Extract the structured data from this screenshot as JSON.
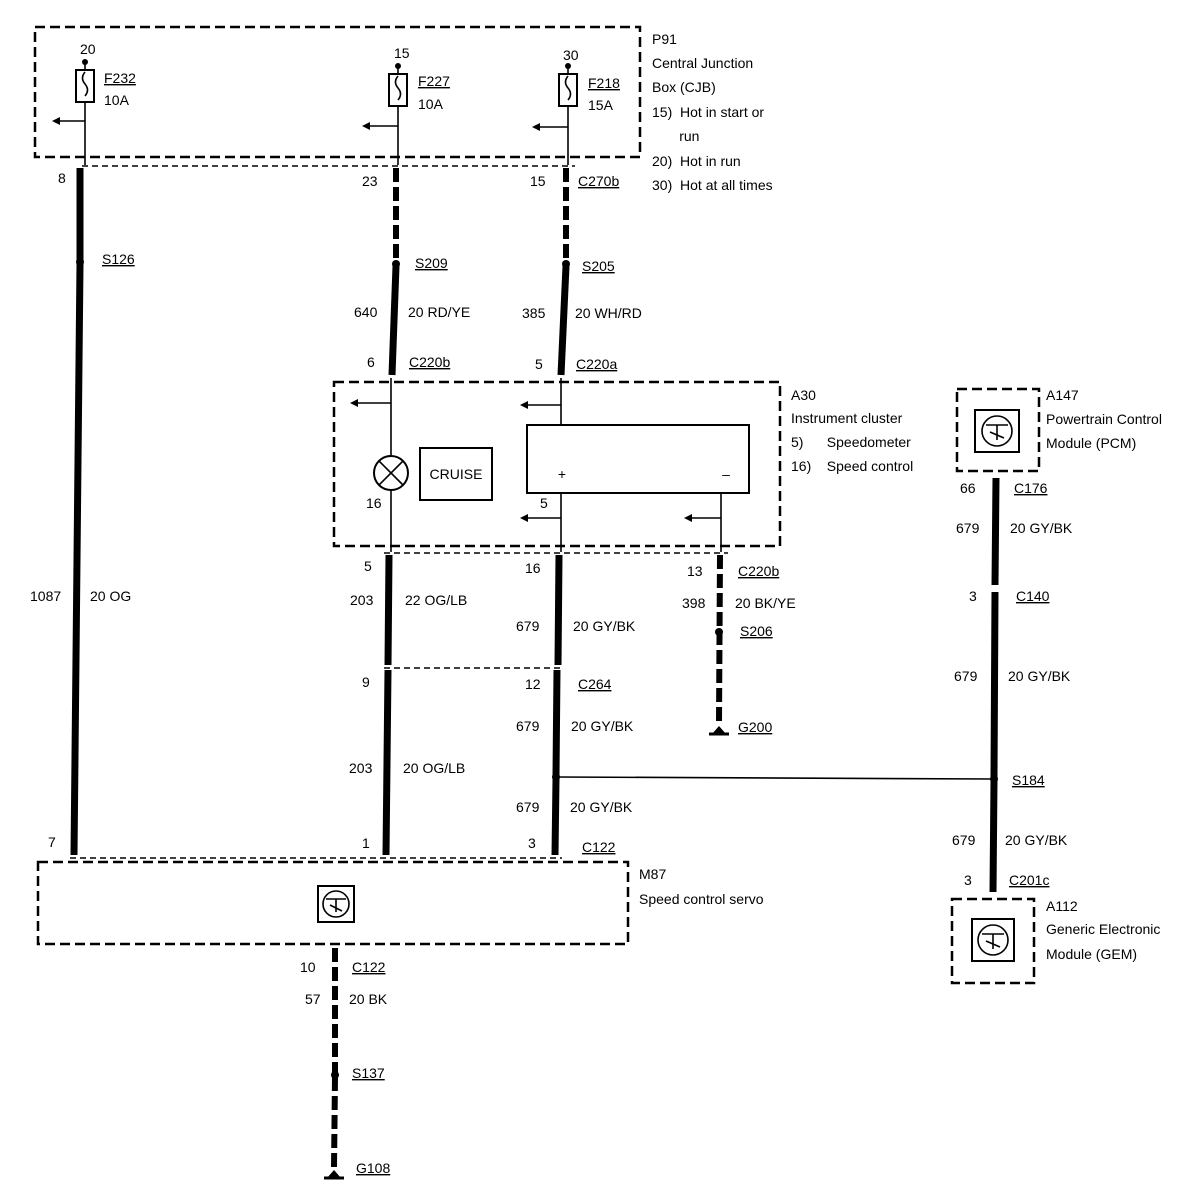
{
  "modules": {
    "cjb": {
      "id": "P91",
      "lines": [
        "Central Junction",
        "Box (CJB)"
      ],
      "notes": [
        "15)  Hot in start or",
        "       run",
        "20)  Hot in run",
        "30)  Hot at all times"
      ]
    },
    "cluster": {
      "id": "A30",
      "lines": [
        "Instrument cluster"
      ],
      "notes": [
        "5)      Speedometer",
        "16)    Speed control"
      ]
    },
    "pcm": {
      "id": "A147",
      "lines": [
        "Powertrain Control",
        "Module (PCM)"
      ]
    },
    "servo": {
      "id": "M87",
      "lines": [
        "Speed control servo"
      ]
    },
    "gem": {
      "id": "A112",
      "lines": [
        "Generic Electronic",
        "Module (GEM)"
      ]
    }
  },
  "fuses": [
    {
      "pin": "20",
      "name": "F232",
      "rating": "10A"
    },
    {
      "pin": "15",
      "name": "F227",
      "rating": "10A"
    },
    {
      "pin": "30",
      "name": "F218",
      "rating": "15A"
    }
  ],
  "cruise_label": "CRUISE",
  "speedo_plus": "+",
  "speedo_minus": "–",
  "pins": {
    "p8": "8",
    "p23": "23",
    "p15": "15",
    "p6": "6",
    "p5a": "5",
    "p16a": "16",
    "p5b": "5",
    "p5c": "5",
    "p16b": "16",
    "p13": "13",
    "p9": "9",
    "p12": "12",
    "p7": "7",
    "p1": "1",
    "p3a": "3",
    "p10": "10",
    "p66": "66",
    "p3b": "3",
    "p3c": "3"
  },
  "connectors": {
    "c270b": "C270b",
    "c220b_top": "C220b",
    "c220a": "C220a",
    "c220b_bottom": "C220b",
    "c264": "C264",
    "c122_top": "C122",
    "c122_bottom": "C122",
    "c176": "C176",
    "c140": "C140",
    "c201c": "C201c"
  },
  "splices": {
    "s126": "S126",
    "s209": "S209",
    "s205": "S205",
    "s206": "S206",
    "s137": "S137",
    "s184": "S184"
  },
  "grounds": {
    "g200": "G200",
    "g108": "G108"
  },
  "circuits": [
    {
      "num": "1087",
      "spec": "20 OG"
    },
    {
      "num": "640",
      "spec": "20 RD/YE"
    },
    {
      "num": "385",
      "spec": "20 WH/RD"
    },
    {
      "num": "203",
      "spec": "22 OG/LB"
    },
    {
      "num": "679",
      "spec": "20 GY/BK"
    },
    {
      "num": "398",
      "spec": "20 BK/YE"
    },
    {
      "num": "203",
      "spec": "20 OG/LB"
    },
    {
      "num": "679",
      "spec": "20 GY/BK"
    },
    {
      "num": "679",
      "spec": "20 GY/BK"
    },
    {
      "num": "57",
      "spec": "20 BK"
    },
    {
      "num": "679",
      "spec": "20 GY/BK"
    },
    {
      "num": "679",
      "spec": "20 GY/BK"
    },
    {
      "num": "679",
      "spec": "20 GY/BK"
    }
  ]
}
